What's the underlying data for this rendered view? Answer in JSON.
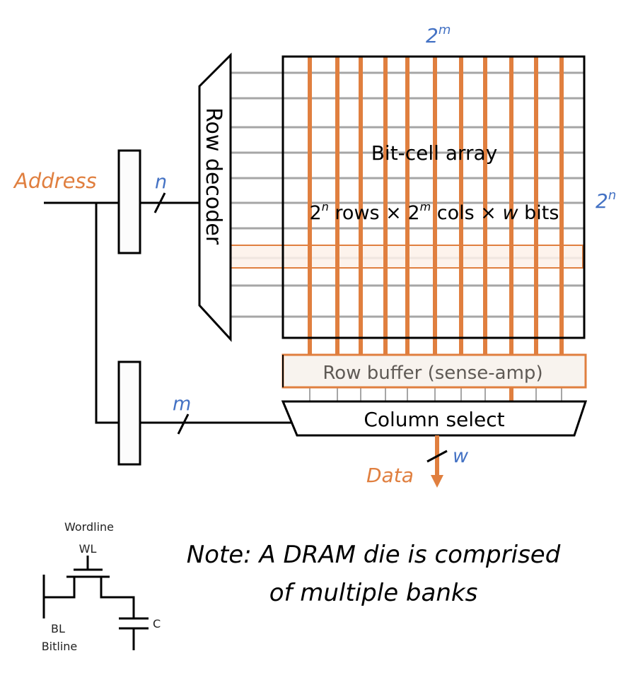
{
  "colors": {
    "orange": "#E07F3F",
    "blue": "#4472C4",
    "gray_line": "#A6A6A6",
    "black": "#000000",
    "buffer_fill": "#F8F3EE",
    "buffer_text": "#5F5A55",
    "highlight_fill": "#FDF1E9"
  },
  "labels": {
    "address": "Address",
    "row_addr_bits": "n",
    "col_addr_bits": "m",
    "row_decoder": "Row decoder",
    "array_title": "Bit-cell array",
    "array_dims": {
      "rows_base": "2",
      "rows_exp": "n",
      "rows_word": " rows × ",
      "cols_base": "2",
      "cols_exp": "m",
      "cols_word": " cols × ",
      "width_var": "w",
      "bits_word": " bits"
    },
    "top_count_base": "2",
    "top_count_exp": "m",
    "side_count_base": "2",
    "side_count_exp": "n",
    "row_buffer": "Row buffer (sense-amp)",
    "column_select": "Column select",
    "data": "Data",
    "data_width": "w",
    "note_line1": "Note: A DRAM die is comprised",
    "note_line2": "of multiple banks"
  },
  "cell_schematic": {
    "wordline": "Wordline",
    "wl": "WL",
    "bl": "BL",
    "bitline": "Bitline",
    "capacitor": "C"
  },
  "grid": {
    "wordline_count": 10,
    "bitline_count": 11,
    "highlighted_row_index": 7,
    "selected_column_index": 8
  }
}
